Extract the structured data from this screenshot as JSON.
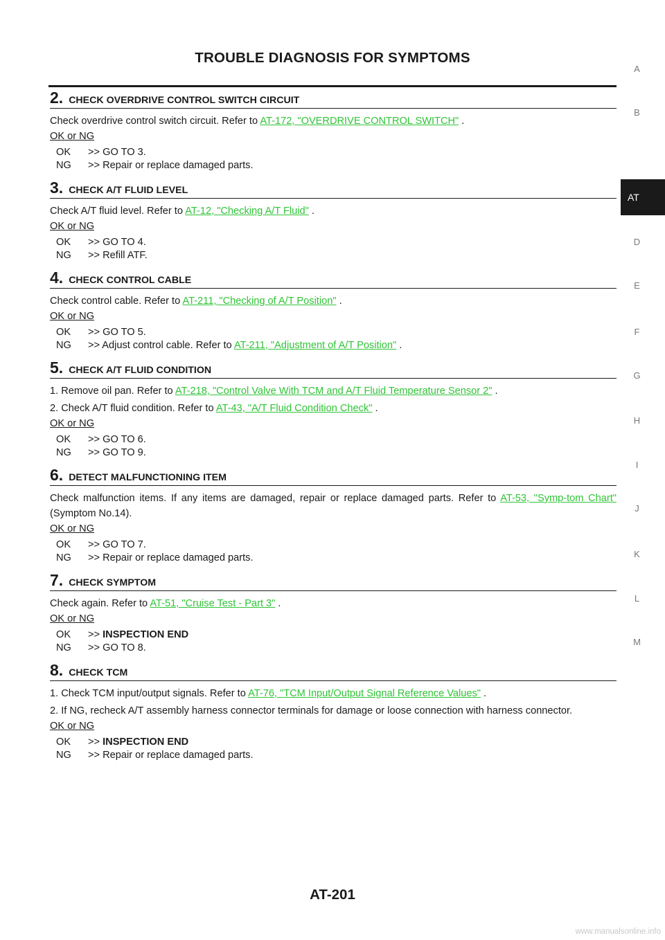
{
  "header": {
    "title": "TROUBLE DIAGNOSIS FOR SYMPTOMS"
  },
  "okng_label": "OK or NG",
  "steps": [
    {
      "num": "2.",
      "title": "CHECK OVERDRIVE CONTROL SWITCH CIRCUIT",
      "paragraphs": [
        {
          "before": "Check overdrive control switch circuit. Refer to ",
          "link": "AT-172, \"OVERDRIVE CONTROL SWITCH\"",
          "after": " ."
        }
      ],
      "ok": {
        "label": "OK",
        "arrow": ">> ",
        "text": "GO TO 3."
      },
      "ng": {
        "label": "NG",
        "arrow": ">> ",
        "text": "Repair or replace damaged parts."
      }
    },
    {
      "num": "3.",
      "title": "CHECK A/T FLUID LEVEL",
      "paragraphs": [
        {
          "before": "Check A/T fluid level. Refer to ",
          "link": "AT-12, \"Checking A/T Fluid\"",
          "after": " ."
        }
      ],
      "ok": {
        "label": "OK",
        "arrow": ">> ",
        "text": "GO TO 4."
      },
      "ng": {
        "label": "NG",
        "arrow": ">> ",
        "text": "Refill ATF."
      }
    },
    {
      "num": "4.",
      "title": "CHECK CONTROL CABLE",
      "paragraphs": [
        {
          "before": "Check control cable. Refer to ",
          "link": "AT-211, \"Checking of A/T Position\"",
          "after": " ."
        }
      ],
      "ok": {
        "label": "OK",
        "arrow": ">> ",
        "text": "GO TO 5."
      },
      "ng": {
        "label": "NG",
        "arrow": ">> ",
        "text": "Adjust control cable. Refer to ",
        "link": "AT-211, \"Adjustment of A/T Position\"",
        "after": " ."
      }
    },
    {
      "num": "5.",
      "title": "CHECK A/T FLUID CONDITION",
      "paragraphs": [
        {
          "before": "1.  Remove oil pan. Refer to ",
          "link": "AT-218, \"Control Valve With TCM and A/T Fluid Temperature Sensor 2\"",
          "after": " ."
        },
        {
          "before": "2.  Check A/T fluid condition. Refer to ",
          "link": "AT-43, \"A/T Fluid Condition Check\"",
          "after": " ."
        }
      ],
      "ok": {
        "label": "OK",
        "arrow": ">> ",
        "text": "GO TO 6."
      },
      "ng": {
        "label": "NG",
        "arrow": ">> ",
        "text": "GO TO 9."
      }
    },
    {
      "num": "6.",
      "title": "DETECT MALFUNCTIONING ITEM",
      "paragraphs": [
        {
          "before": "Check malfunction items. If any items are damaged, repair or replace damaged parts. Refer to ",
          "link": "AT-53, \"Symp-tom Chart\"",
          "after": "  (Symptom No.14)."
        }
      ],
      "ok": {
        "label": "OK",
        "arrow": ">> ",
        "text": "GO TO 7."
      },
      "ng": {
        "label": "NG",
        "arrow": ">> ",
        "text": "Repair or replace damaged parts."
      }
    },
    {
      "num": "7.",
      "title": "CHECK SYMPTOM",
      "paragraphs": [
        {
          "before": "Check again. Refer to ",
          "link": "AT-51, \"Cruise Test - Part 3\"",
          "after": " ."
        }
      ],
      "ok": {
        "label": "OK",
        "arrow": ">> ",
        "bold": "INSPECTION END"
      },
      "ng": {
        "label": "NG",
        "arrow": ">> ",
        "text": "GO TO 8."
      }
    },
    {
      "num": "8.",
      "title": "CHECK TCM",
      "paragraphs": [
        {
          "before": "1.  Check TCM input/output signals. Refer to ",
          "link": "AT-76, \"TCM Input/Output Signal Reference Values\"",
          "after": " ."
        },
        {
          "before": "2.  If NG, recheck A/T assembly harness connector terminals for damage or loose connection with harness connector."
        }
      ],
      "ok": {
        "label": "OK",
        "arrow": ">> ",
        "bold": "INSPECTION END"
      },
      "ng": {
        "label": "NG",
        "arrow": ">> ",
        "text": "Repair or replace damaged parts."
      }
    }
  ],
  "side_index": {
    "letters_before": [
      "A",
      "B"
    ],
    "active": "AT",
    "letters_after": [
      "D",
      "E",
      "F",
      "G",
      "H",
      "I",
      "J",
      "K",
      "L",
      "M"
    ]
  },
  "footer": {
    "page_number": "AT-201",
    "watermark": "www.manualsonline.info"
  }
}
